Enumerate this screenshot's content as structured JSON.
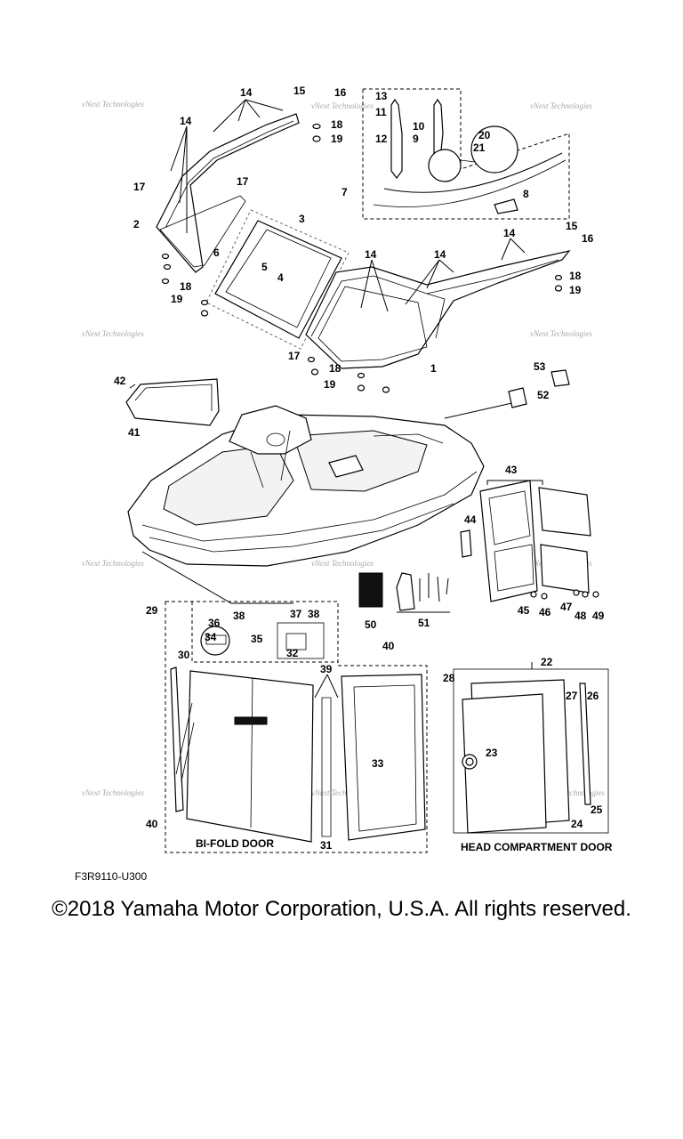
{
  "figure_code": "F3R9110-U300",
  "copyright": "©2018 Yamaha Motor Corporation, U.S.A. All rights reserved.",
  "watermark": "vNext Technologies",
  "section_labels": {
    "bi_fold_door": "BI-FOLD DOOR",
    "head_compartment_door": "HEAD COMPARTMENT DOOR"
  },
  "callouts": [
    "1",
    "2",
    "3",
    "4",
    "5",
    "6",
    "7",
    "8",
    "9",
    "10",
    "11",
    "12",
    "13",
    "14",
    "15",
    "16",
    "17",
    "18",
    "19",
    "20",
    "21",
    "22",
    "23",
    "24",
    "25",
    "26",
    "27",
    "28",
    "29",
    "30",
    "31",
    "32",
    "33",
    "34",
    "35",
    "36",
    "37",
    "38",
    "39",
    "40",
    "41",
    "42",
    "43",
    "44",
    "45",
    "46",
    "47",
    "48",
    "49",
    "50",
    "51",
    "52",
    "53"
  ]
}
